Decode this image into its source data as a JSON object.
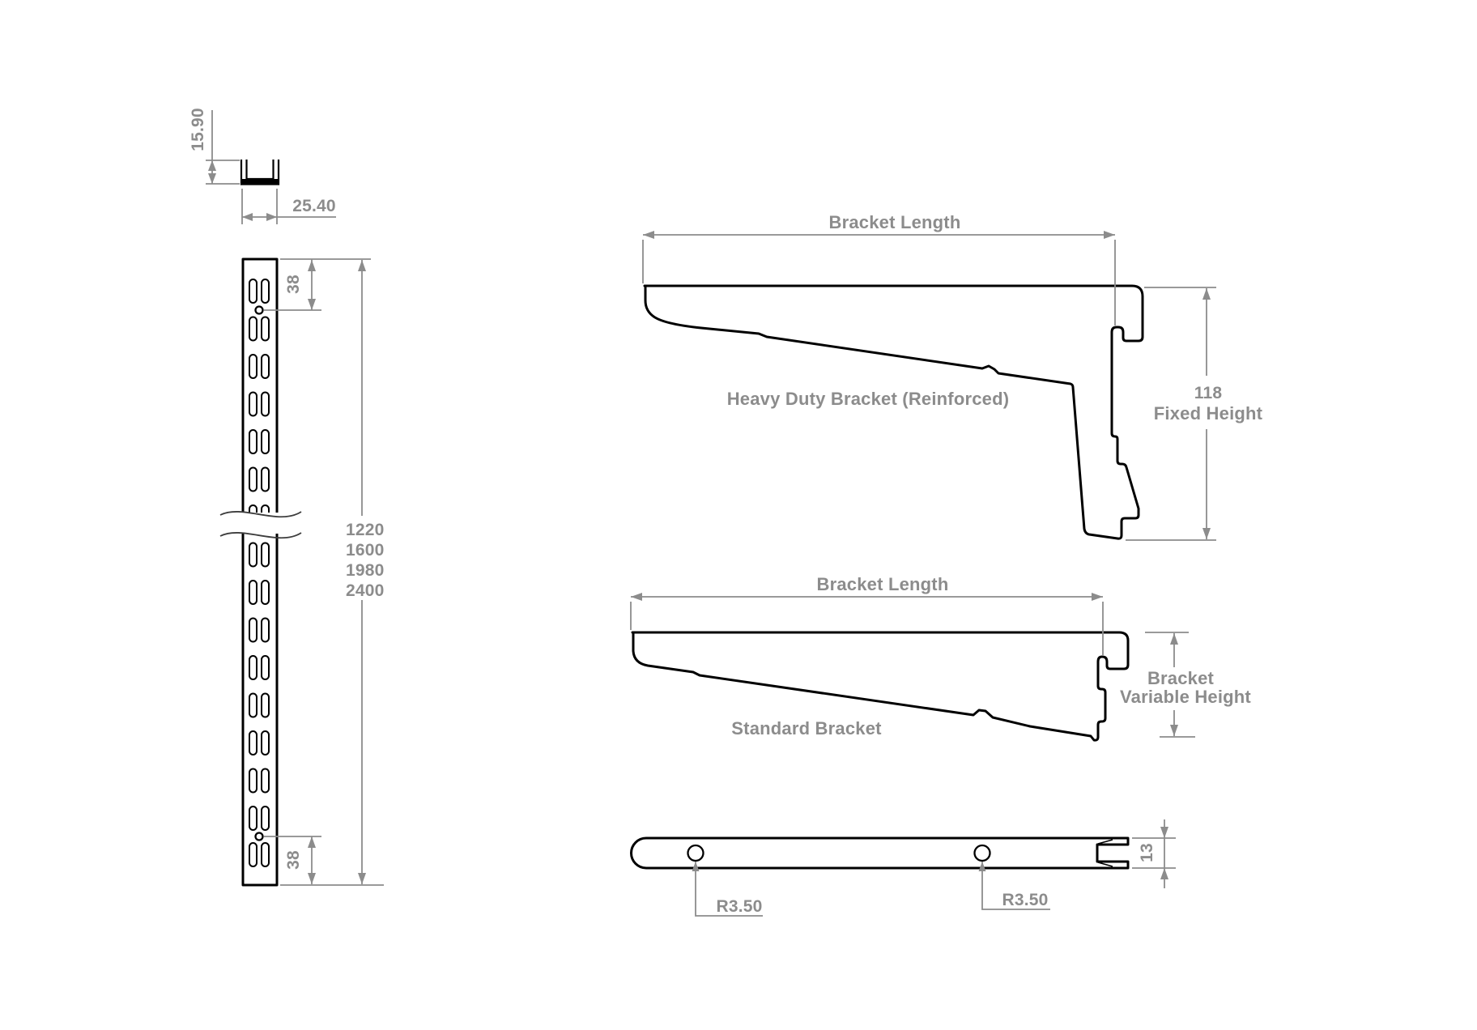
{
  "colors": {
    "outline": "#000000",
    "dimension": "#8c8c8c"
  },
  "upright": {
    "flange_height": "15.90",
    "width": "25.40",
    "top_hole_offset": "38",
    "bottom_hole_offset": "38",
    "available_lengths": [
      "1220",
      "1600",
      "1980",
      "2400"
    ]
  },
  "heavy_bracket": {
    "length_label": "Bracket Length",
    "name": "Heavy Duty Bracket (Reinforced)",
    "fixed_height_value": "118",
    "fixed_height_label": "Fixed Height"
  },
  "standard_bracket": {
    "length_label": "Bracket Length",
    "name": "Standard Bracket",
    "variable_height_line1": "Bracket",
    "variable_height_line2": "Variable Height"
  },
  "bottom_view": {
    "hole_radius_left": "R3.50",
    "hole_radius_right": "R3.50",
    "fork_width": "13"
  }
}
